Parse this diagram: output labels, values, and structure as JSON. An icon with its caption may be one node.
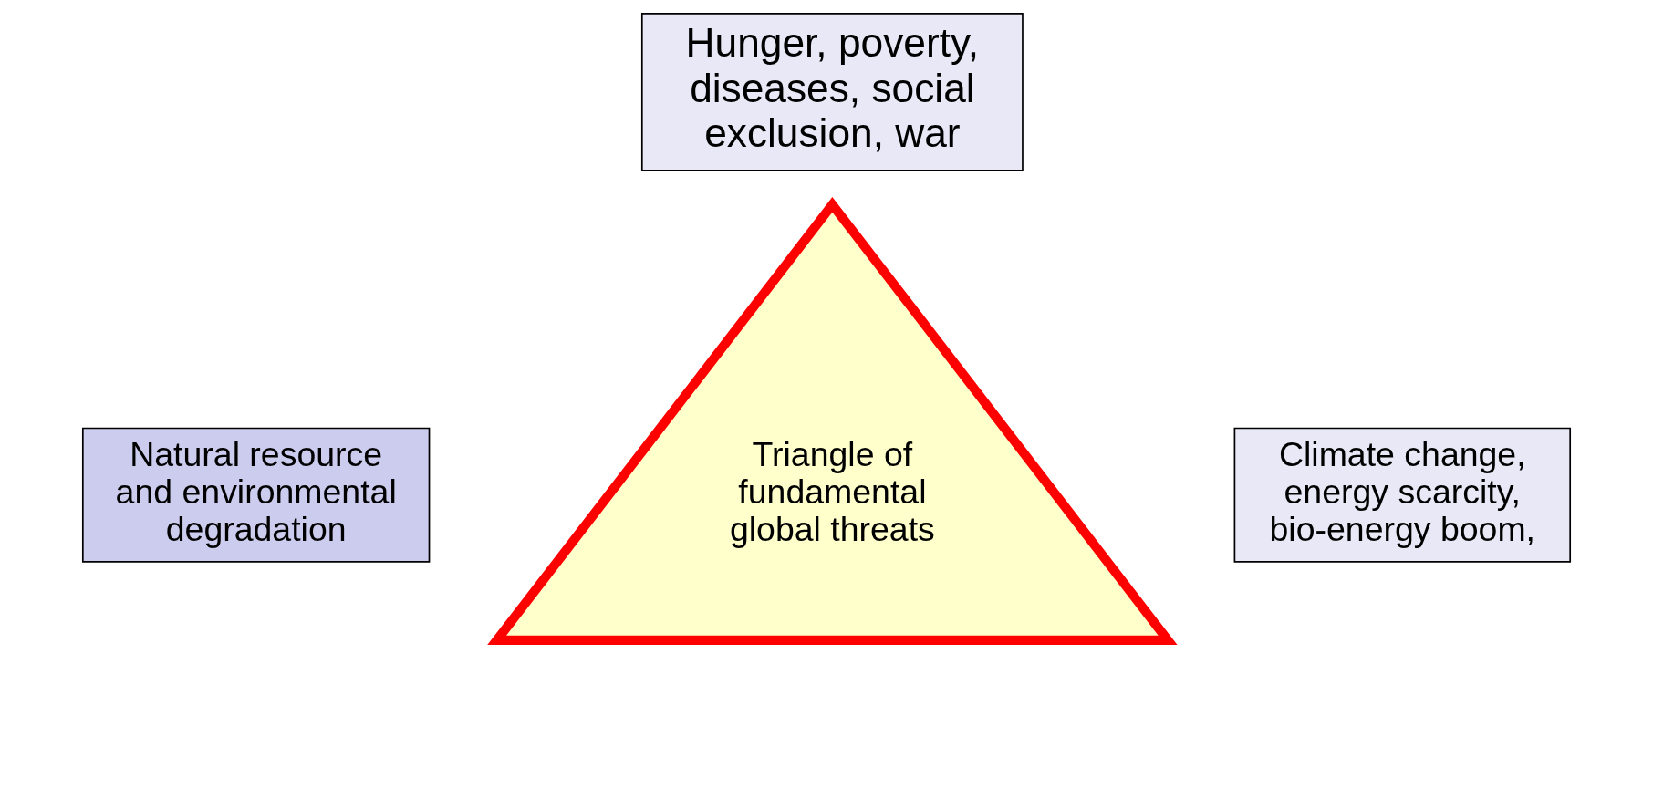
{
  "diagram": {
    "nodes": [
      {
        "text": [
          "Hunger, poverty, diseases, social exclusion, war"
        ]
      },
      {
        "text": [
          "Triangle of fundamental global threats"
        ]
      },
      {
        "text": [
          "Natural resource and environmental degradation"
        ]
      },
      {
        "text": [
          "Climate change, energy scarcity, bio-energy boom,"
        ]
      }
    ],
    "edges": []
  }
}
